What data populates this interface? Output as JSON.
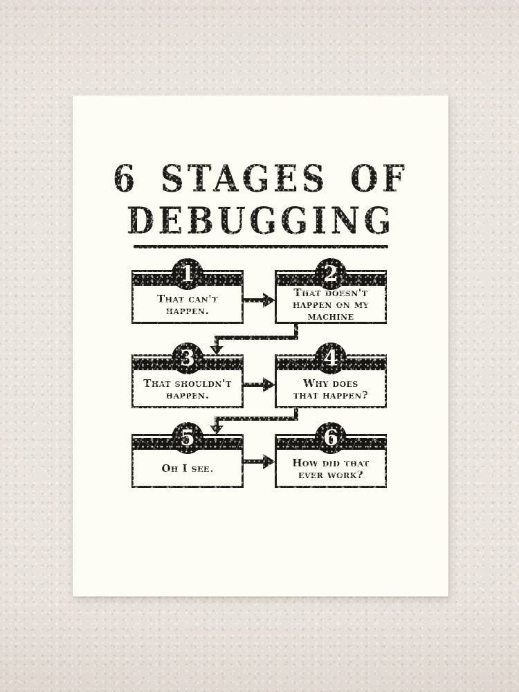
{
  "scene": {
    "wall_color": "#e8e2db",
    "poster_color": "#fdfcf5",
    "ink_color": "#1c1b17"
  },
  "poster": {
    "title_line1": "6 STAGES OF",
    "title_line2": "DEBUGGING",
    "stages": [
      {
        "number": "1",
        "text": "That can't\nhappen."
      },
      {
        "number": "2",
        "text": "That doesn't\nhappen on my\nmachine"
      },
      {
        "number": "3",
        "text": "That shouldn't\nhappen."
      },
      {
        "number": "4",
        "text": "Why does\nthat happen?"
      },
      {
        "number": "5",
        "text": "Oh I see."
      },
      {
        "number": "6",
        "text": "How did that\never work?"
      }
    ]
  }
}
